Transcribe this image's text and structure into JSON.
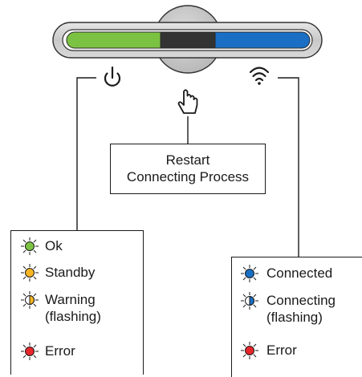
{
  "center_box": {
    "line1": "Restart",
    "line2": "Connecting Process"
  },
  "left_legend": {
    "items": [
      {
        "label": "Ok",
        "color": "#7cc242",
        "style": "solid"
      },
      {
        "label": "Standby",
        "color": "#f7b522",
        "style": "solid"
      },
      {
        "label": "Warning",
        "label2": "(flashing)",
        "color": "#f7b522",
        "style": "half"
      },
      {
        "label": "Error",
        "color": "#e8262b",
        "style": "solid"
      }
    ]
  },
  "right_legend": {
    "items": [
      {
        "label": "Connected",
        "color": "#1a6fc4",
        "style": "solid"
      },
      {
        "label": "Connecting",
        "label2": "(flashing)",
        "color": "#1a6fc4",
        "style": "half"
      },
      {
        "label": "Error",
        "color": "#e8262b",
        "style": "solid"
      }
    ]
  },
  "led_bar": {
    "left_color": "#7cc242",
    "middle_color": "#333333",
    "right_color": "#1a6fc4"
  },
  "icons": {
    "power": "power-icon",
    "wifi": "wifi-icon",
    "hand": "hand-pointer-icon"
  }
}
